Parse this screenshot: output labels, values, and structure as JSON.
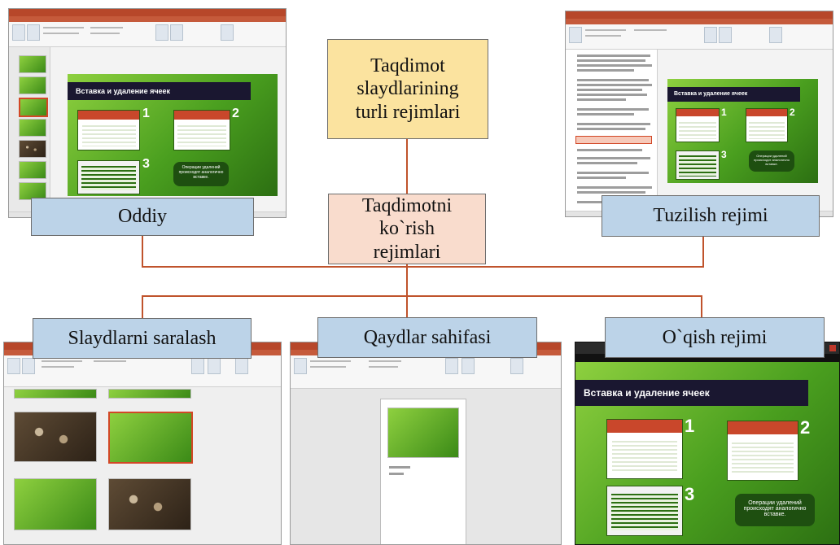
{
  "colors": {
    "connector": "#c0532c",
    "label_box_blue": "#bcd3e8",
    "top_box_yellow": "#fbe39f",
    "center_box_peach": "#f9dccd",
    "slide_green": "#4a9f1f",
    "slide_title_bg": "#1a1730",
    "ribbon_red": "#b7472a"
  },
  "top_box": {
    "text": "Taqdimot slaydlarining turli rejimlari"
  },
  "center_box": {
    "text": "Taqdimotni ko`rish rejimlari"
  },
  "modes": {
    "oddiy": "Oddiy",
    "tuzilish": "Tuzilish rejimi",
    "saralash": "Slaydlarni saralash",
    "qaydlar": "Qaydlar sahifasi",
    "oqish": "O`qish rejimi"
  },
  "slide": {
    "title": "Вставка и удаление ячеек",
    "callout": "Операции удалений происходят аналогично вставке.",
    "numbers": [
      "1",
      "2",
      "3"
    ]
  }
}
